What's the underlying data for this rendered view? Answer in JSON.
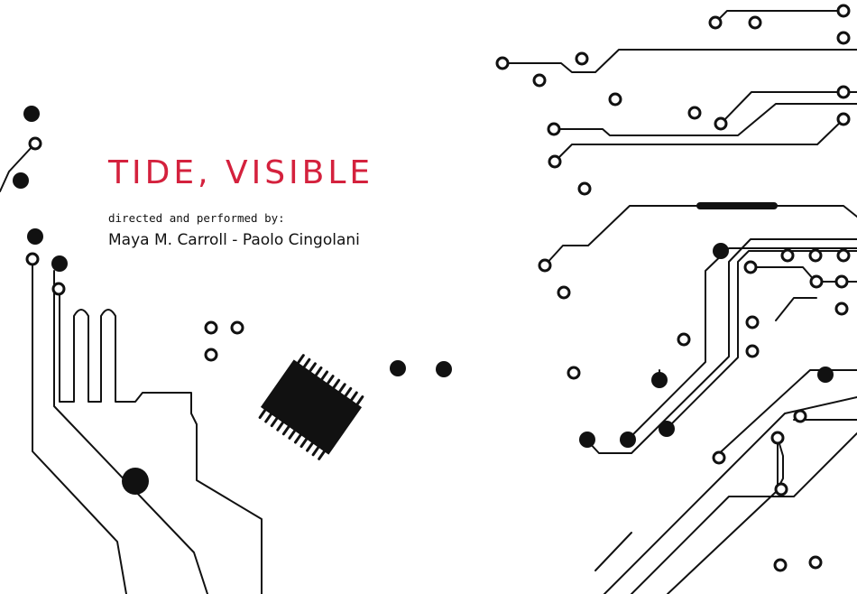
{
  "poster": {
    "title": "TIDE, VISIBLE",
    "credit_label": "directed and performed by:",
    "credit_names": "Maya M. Carroll - Paolo Cingolani"
  },
  "colors": {
    "title": "#d4213d",
    "traces": "#111111",
    "background": "#ffffff"
  }
}
